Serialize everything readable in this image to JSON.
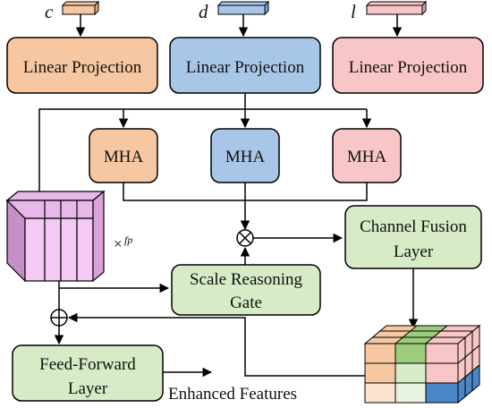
{
  "inputs": {
    "c": "c",
    "d": "d",
    "l": "l"
  },
  "blocks": {
    "linear_projection": "Linear Projection",
    "mha": "MHA",
    "channel_fusion_line1": "Channel Fusion",
    "channel_fusion_line2": "Layer",
    "scale_reasoning_line1": "Scale Reasoning",
    "scale_reasoning_line2": "Gate",
    "feed_forward_line1": "Feed-Forward",
    "feed_forward_line2": "Layer"
  },
  "labels": {
    "times_fp_times": "×",
    "times_fp_sup": "fp",
    "multiply_symbol": "⊗",
    "add_symbol": "⊕",
    "enhanced_features": "Enhanced Features"
  },
  "colors": {
    "orange": "#f6c7a1",
    "blue": "#a8c6e8",
    "pink": "#f8c6c6",
    "green": "#d6ebc6",
    "purple": "#e8b8e8",
    "purple_dark": "#c78fc7",
    "cube_blue": "#4a86c8",
    "cube_green": "#9ccc7c"
  }
}
